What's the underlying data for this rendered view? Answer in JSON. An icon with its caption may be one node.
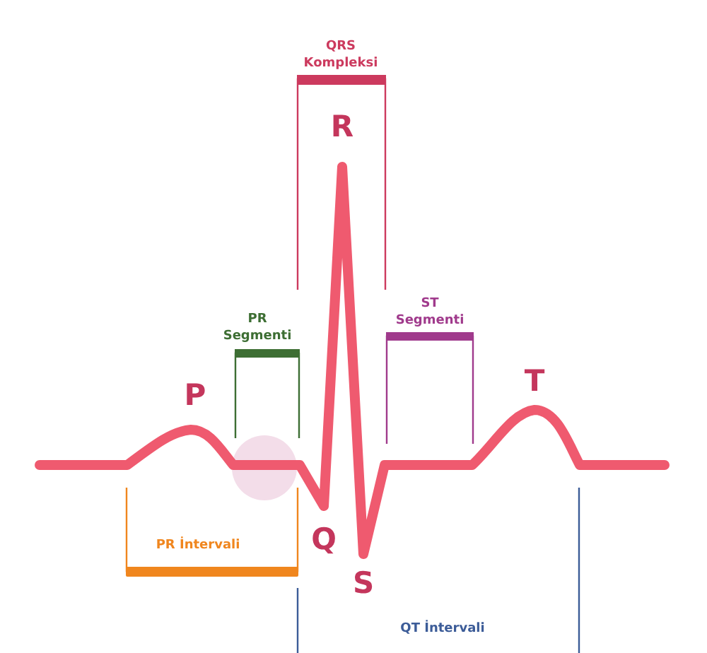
{
  "diagram": {
    "labels": [
      "QRS Kompleksi",
      "R",
      "PR Segmenti",
      "ST Segmenti",
      "P",
      "T",
      "PR İntervali",
      "Q",
      "S",
      "QT İntervali"
    ]
  }
}
